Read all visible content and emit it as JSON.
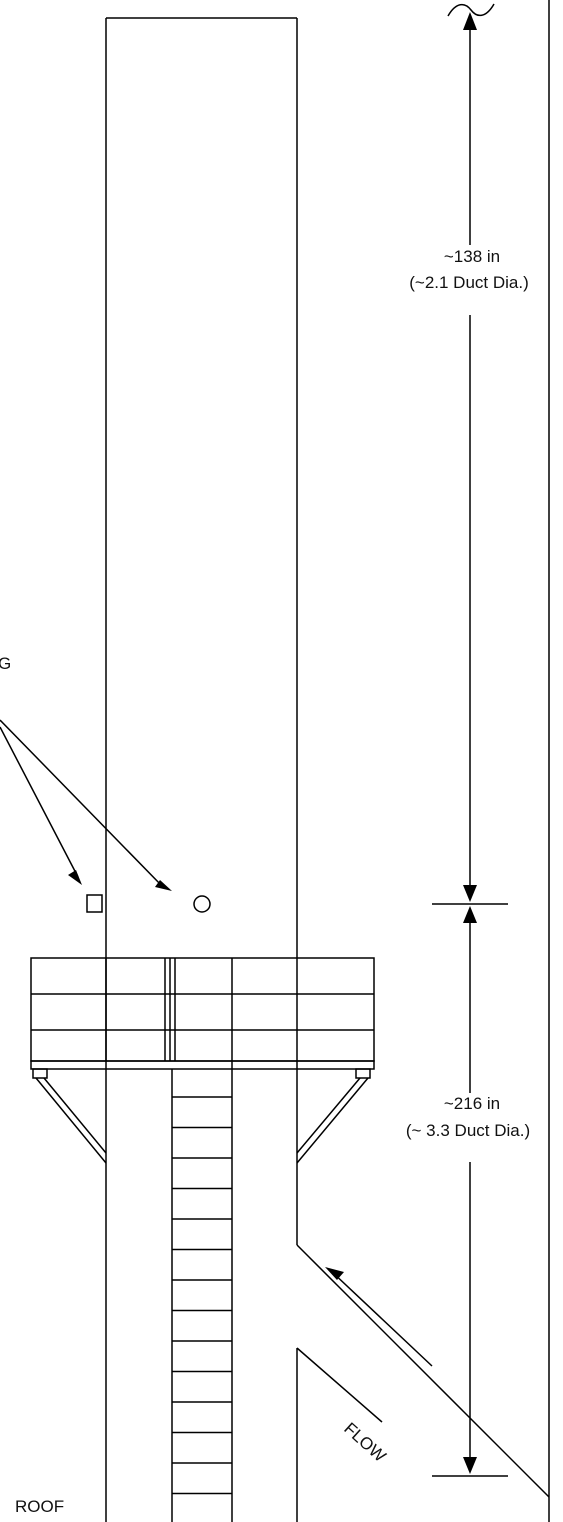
{
  "labels": {
    "upper_dimension": "~138 in",
    "upper_dimension_note": "(~2.1 Duct Dia.)",
    "lower_dimension": "~216 in",
    "lower_dimension_note": "(~ 3.3 Duct Dia.)",
    "partial_label": "G",
    "flow": "FLOW",
    "roof": "ROOF"
  }
}
